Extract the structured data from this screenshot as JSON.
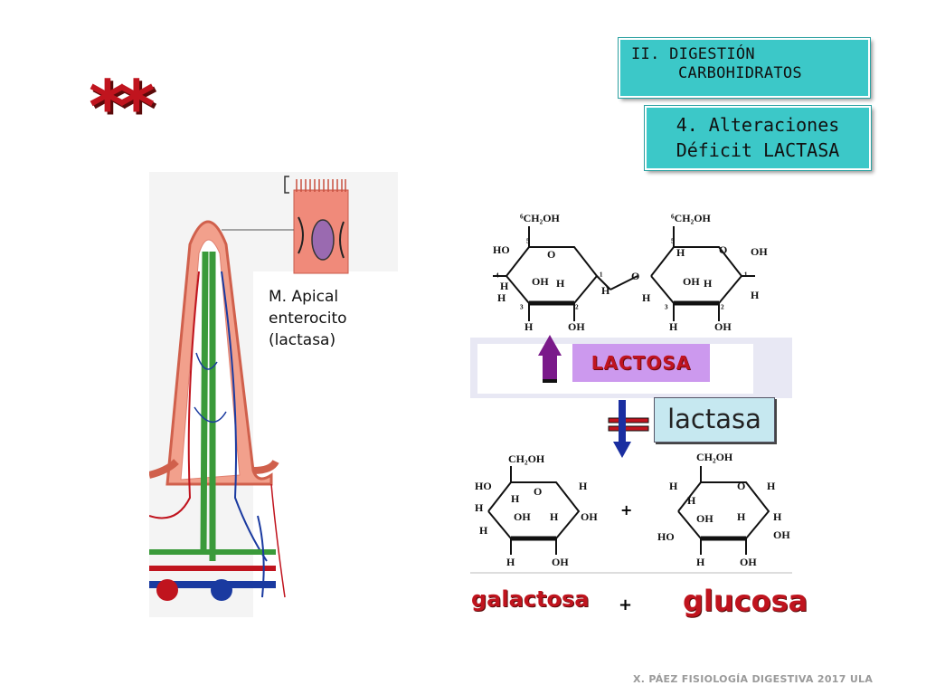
{
  "header": {
    "section_line1": "II. DIGESTIÓN",
    "section_line2": "CARBOHIDRATOS",
    "topic_line1": "4. Alteraciones",
    "topic_line2": "Déficit LACTASA",
    "stars": "**"
  },
  "villus": {
    "label_line1": "M. Apical",
    "label_line2": "enterocito",
    "label_line3": "(lactasa)"
  },
  "reaction": {
    "substrate": "LACTOSA",
    "enzyme": "lactasa",
    "product_1": "galactosa",
    "product_2": "glucosa",
    "plus": "+"
  },
  "footer": "X. PÁEZ   FISIOLOGÍA DIGESTIVA 2017  ULA",
  "colors": {
    "box_teal": "#3cc8c8",
    "title_red": "#c0141e",
    "lactosa_bg": "#cc99ee",
    "lactasa_bg": "#c6e8f0",
    "arrow_up": "#7a1a8a",
    "arrow_down": "#1a2ea0"
  }
}
